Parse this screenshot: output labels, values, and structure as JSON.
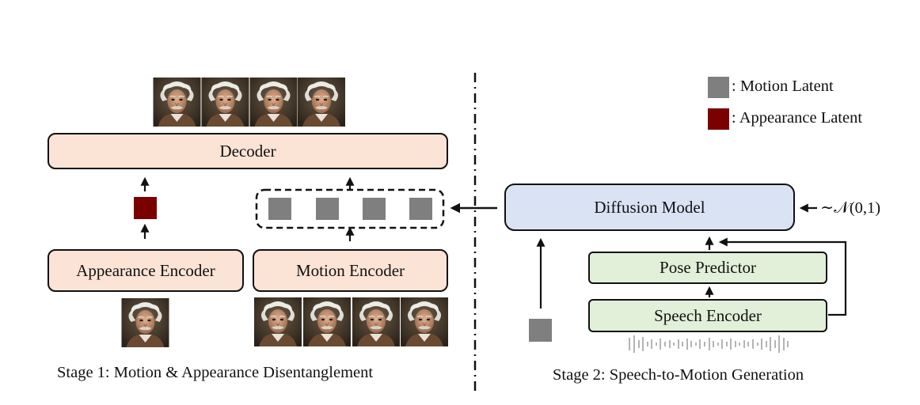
{
  "legend": {
    "motion_latent": ": Motion Latent",
    "appearance_latent": ": Appearance Latent"
  },
  "stage1": {
    "decoder": "Decoder",
    "appearance_encoder": "Appearance Encoder",
    "motion_encoder": "Motion Encoder",
    "caption": "Stage 1: Motion & Appearance Disentanglement"
  },
  "stage2": {
    "diffusion_model": "Diffusion Model",
    "noise_prior": "∼𝒩(0,1)",
    "pose_predictor": "Pose Predictor",
    "speech_encoder": "Speech Encoder",
    "caption": "Stage 2: Speech-to-Motion Generation"
  },
  "colors": {
    "encoder_fill": "#fbe3d6",
    "speech_fill": "#e2efd9",
    "diffusion_fill": "#dae3f3",
    "motion_latent": "#7f7f7f",
    "appearance_latent": "#7b0000"
  },
  "icons": {
    "face": "portrait-photo",
    "audio": "waveform-icon"
  }
}
